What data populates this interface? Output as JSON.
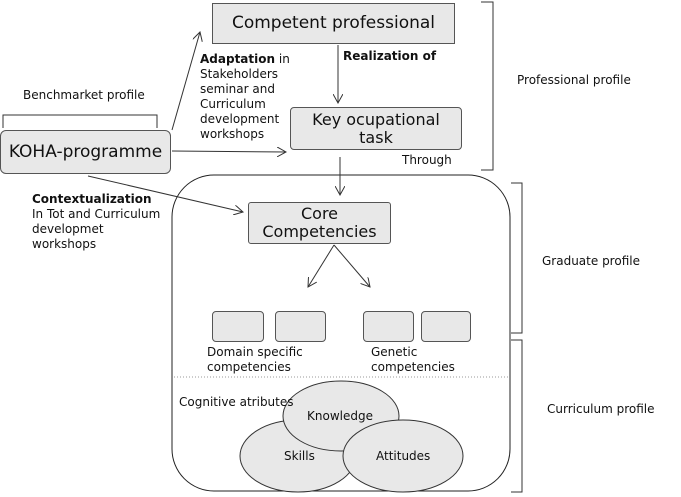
{
  "boxes": {
    "competent_professional": "Competent professional",
    "key_task_line1": "Key ocupational",
    "key_task_line2": "task",
    "koha": "KOHA-programme",
    "core_line1": "Core",
    "core_line2": "Competencies"
  },
  "labels": {
    "benchmark": "Benchmarket profile",
    "adaptation_bold": "Adaptation",
    "adaptation_rest": " in",
    "adaptation_lines": [
      "Stakeholders",
      "seminar and",
      "Curriculum",
      "development",
      "workshops"
    ],
    "realization": "Realization of",
    "through": "Through",
    "contextualization": "Contextualization",
    "context_lines": [
      "In Tot and Curriculum",
      "developmet",
      "workshops"
    ],
    "domain_line1": "Domain specific",
    "domain_line2": "competencies",
    "genetic_line1": "Genetic",
    "genetic_line2": "competencies",
    "cognitive": "Cognitive atributes",
    "knowledge": "Knowledge",
    "skills": "Skills",
    "attitudes": "Attitudes"
  },
  "profiles": {
    "professional": "Professional profile",
    "graduate": "Graduate profile",
    "curriculum": "Curriculum profile"
  }
}
